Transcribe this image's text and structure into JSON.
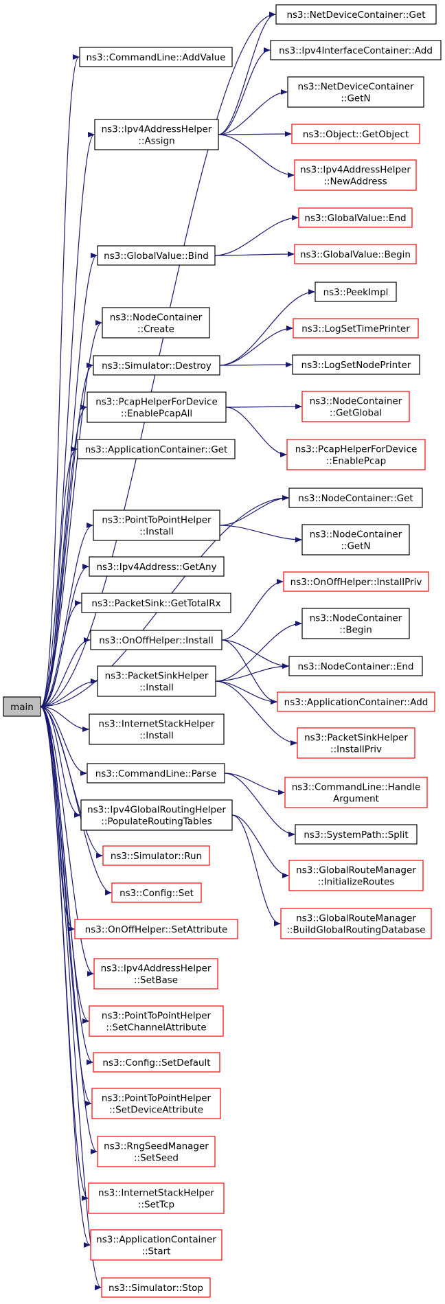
{
  "colors": {
    "edge": "#191970",
    "black_border": "#000000",
    "red_border": "#ff0000",
    "root_fill": "#bfbfbf"
  },
  "nodes": [
    {
      "id": "main",
      "lines": [
        "main"
      ],
      "border": "root"
    },
    {
      "id": "cl_addvalue",
      "lines": [
        "ns3::CommandLine::AddValue"
      ],
      "border": "black"
    },
    {
      "id": "ip_assign",
      "lines": [
        "ns3::Ipv4AddressHelper",
        "::Assign"
      ],
      "border": "black"
    },
    {
      "id": "gv_bind",
      "lines": [
        "ns3::GlobalValue::Bind"
      ],
      "border": "black"
    },
    {
      "id": "nc_create",
      "lines": [
        "ns3::NodeContainer",
        "::Create"
      ],
      "border": "black"
    },
    {
      "id": "sim_destroy",
      "lines": [
        "ns3::Simulator::Destroy"
      ],
      "border": "black"
    },
    {
      "id": "pcap_all",
      "lines": [
        "ns3::PcapHelperForDevice",
        "::EnablePcapAll"
      ],
      "border": "black"
    },
    {
      "id": "ac_get",
      "lines": [
        "ns3::ApplicationContainer::Get"
      ],
      "border": "black"
    },
    {
      "id": "p2p_install",
      "lines": [
        "ns3::PointToPointHelper",
        "::Install"
      ],
      "border": "black"
    },
    {
      "id": "ipaddr_getany",
      "lines": [
        "ns3::Ipv4Address::GetAny"
      ],
      "border": "black"
    },
    {
      "id": "ps_gettotalrx",
      "lines": [
        "ns3::PacketSink::GetTotalRx"
      ],
      "border": "black"
    },
    {
      "id": "onoff_install",
      "lines": [
        "ns3::OnOffHelper::Install"
      ],
      "border": "black"
    },
    {
      "id": "psh_install",
      "lines": [
        "ns3::PacketSinkHelper",
        "::Install"
      ],
      "border": "black"
    },
    {
      "id": "ish_install",
      "lines": [
        "ns3::InternetStackHelper",
        "::Install"
      ],
      "border": "black"
    },
    {
      "id": "cl_parse",
      "lines": [
        "ns3::CommandLine::Parse"
      ],
      "border": "black"
    },
    {
      "id": "gr_populate",
      "lines": [
        "ns3::Ipv4GlobalRoutingHelper",
        "::PopulateRoutingTables"
      ],
      "border": "black"
    },
    {
      "id": "sim_run",
      "lines": [
        "ns3::Simulator::Run"
      ],
      "border": "red"
    },
    {
      "id": "cfg_set",
      "lines": [
        "ns3::Config::Set"
      ],
      "border": "red"
    },
    {
      "id": "onoff_setattr",
      "lines": [
        "ns3::OnOffHelper::SetAttribute"
      ],
      "border": "red"
    },
    {
      "id": "ip_setbase",
      "lines": [
        "ns3::Ipv4AddressHelper",
        "::SetBase"
      ],
      "border": "red"
    },
    {
      "id": "p2p_setchan",
      "lines": [
        "ns3::PointToPointHelper",
        "::SetChannelAttribute"
      ],
      "border": "red"
    },
    {
      "id": "cfg_setdefault",
      "lines": [
        "ns3::Config::SetDefault"
      ],
      "border": "red"
    },
    {
      "id": "p2p_setdev",
      "lines": [
        "ns3::PointToPointHelper",
        "::SetDeviceAttribute"
      ],
      "border": "red"
    },
    {
      "id": "rng_setseed",
      "lines": [
        "ns3::RngSeedManager",
        "::SetSeed"
      ],
      "border": "red"
    },
    {
      "id": "ish_settcp",
      "lines": [
        "ns3::InternetStackHelper",
        "::SetTcp"
      ],
      "border": "red"
    },
    {
      "id": "ac_start",
      "lines": [
        "ns3::ApplicationContainer",
        "::Start"
      ],
      "border": "red"
    },
    {
      "id": "sim_stop",
      "lines": [
        "ns3::Simulator::Stop"
      ],
      "border": "red"
    },
    {
      "id": "ndc_get",
      "lines": [
        "ns3::NetDeviceContainer::Get"
      ],
      "border": "black"
    },
    {
      "id": "iic_add",
      "lines": [
        "ns3::Ipv4InterfaceContainer::Add"
      ],
      "border": "black"
    },
    {
      "id": "ndc_getn",
      "lines": [
        "ns3::NetDeviceContainer",
        "::GetN"
      ],
      "border": "black"
    },
    {
      "id": "obj_getobject",
      "lines": [
        "ns3::Object::GetObject"
      ],
      "border": "red"
    },
    {
      "id": "ip_newaddr",
      "lines": [
        "ns3::Ipv4AddressHelper",
        "::NewAddress"
      ],
      "border": "red"
    },
    {
      "id": "gv_end",
      "lines": [
        "ns3::GlobalValue::End"
      ],
      "border": "red"
    },
    {
      "id": "gv_begin",
      "lines": [
        "ns3::GlobalValue::Begin"
      ],
      "border": "red"
    },
    {
      "id": "peekimpl",
      "lines": [
        "ns3::PeekImpl"
      ],
      "border": "black"
    },
    {
      "id": "log_timeprinter",
      "lines": [
        "ns3::LogSetTimePrinter"
      ],
      "border": "red"
    },
    {
      "id": "log_nodeprinter",
      "lines": [
        "ns3::LogSetNodePrinter"
      ],
      "border": "black"
    },
    {
      "id": "nc_getglobal",
      "lines": [
        "ns3::NodeContainer",
        "::GetGlobal"
      ],
      "border": "red"
    },
    {
      "id": "pcap_enable",
      "lines": [
        "ns3::PcapHelperForDevice",
        "::EnablePcap"
      ],
      "border": "red"
    },
    {
      "id": "nc_get",
      "lines": [
        "ns3::NodeContainer::Get"
      ],
      "border": "black"
    },
    {
      "id": "nc_getn",
      "lines": [
        "ns3::NodeContainer",
        "::GetN"
      ],
      "border": "black"
    },
    {
      "id": "onoff_installpriv",
      "lines": [
        "ns3::OnOffHelper::InstallPriv"
      ],
      "border": "red"
    },
    {
      "id": "nc_begin",
      "lines": [
        "ns3::NodeContainer",
        "::Begin"
      ],
      "border": "black"
    },
    {
      "id": "nc_end",
      "lines": [
        "ns3::NodeContainer::End"
      ],
      "border": "black"
    },
    {
      "id": "ac_add",
      "lines": [
        "ns3::ApplicationContainer::Add"
      ],
      "border": "red"
    },
    {
      "id": "psh_installpriv",
      "lines": [
        "ns3::PacketSinkHelper",
        "::InstallPriv"
      ],
      "border": "red"
    },
    {
      "id": "cl_handlearg",
      "lines": [
        "ns3::CommandLine::Handle",
        "Argument"
      ],
      "border": "red"
    },
    {
      "id": "sp_split",
      "lines": [
        "ns3::SystemPath::Split"
      ],
      "border": "black"
    },
    {
      "id": "grm_initroutes",
      "lines": [
        "ns3::GlobalRouteManager",
        "::InitializeRoutes"
      ],
      "border": "red"
    },
    {
      "id": "grm_builddb",
      "lines": [
        "ns3::GlobalRouteManager",
        "::BuildGlobalRoutingDatabase"
      ],
      "border": "red"
    }
  ],
  "edges": [
    [
      "main",
      "cl_addvalue"
    ],
    [
      "main",
      "ip_assign"
    ],
    [
      "main",
      "gv_bind"
    ],
    [
      "main",
      "nc_create"
    ],
    [
      "main",
      "sim_destroy"
    ],
    [
      "main",
      "pcap_all"
    ],
    [
      "main",
      "ac_get"
    ],
    [
      "main",
      "nc_get"
    ],
    [
      "main",
      "p2p_install"
    ],
    [
      "main",
      "ipaddr_getany"
    ],
    [
      "main",
      "ps_gettotalrx"
    ],
    [
      "main",
      "onoff_install"
    ],
    [
      "main",
      "psh_install"
    ],
    [
      "main",
      "ish_install"
    ],
    [
      "main",
      "cl_parse"
    ],
    [
      "main",
      "gr_populate"
    ],
    [
      "main",
      "sim_run"
    ],
    [
      "main",
      "cfg_set"
    ],
    [
      "main",
      "onoff_setattr"
    ],
    [
      "main",
      "ip_setbase"
    ],
    [
      "main",
      "p2p_setchan"
    ],
    [
      "main",
      "cfg_setdefault"
    ],
    [
      "main",
      "p2p_setdev"
    ],
    [
      "main",
      "rng_setseed"
    ],
    [
      "main",
      "ish_settcp"
    ],
    [
      "main",
      "ac_start"
    ],
    [
      "main",
      "sim_stop"
    ],
    [
      "main",
      "ndc_get"
    ],
    [
      "ip_assign",
      "ndc_get"
    ],
    [
      "ip_assign",
      "iic_add"
    ],
    [
      "ip_assign",
      "ndc_getn"
    ],
    [
      "ip_assign",
      "obj_getobject"
    ],
    [
      "ip_assign",
      "ip_newaddr"
    ],
    [
      "gv_bind",
      "gv_end"
    ],
    [
      "gv_bind",
      "gv_begin"
    ],
    [
      "sim_destroy",
      "peekimpl"
    ],
    [
      "sim_destroy",
      "log_timeprinter"
    ],
    [
      "sim_destroy",
      "log_nodeprinter"
    ],
    [
      "pcap_all",
      "nc_getglobal"
    ],
    [
      "pcap_all",
      "pcap_enable"
    ],
    [
      "p2p_install",
      "nc_get"
    ],
    [
      "p2p_install",
      "nc_getn"
    ],
    [
      "onoff_install",
      "onoff_installpriv"
    ],
    [
      "onoff_install",
      "nc_end"
    ],
    [
      "onoff_install",
      "ac_add"
    ],
    [
      "psh_install",
      "nc_begin"
    ],
    [
      "psh_install",
      "nc_end"
    ],
    [
      "psh_install",
      "ac_add"
    ],
    [
      "psh_install",
      "psh_installpriv"
    ],
    [
      "cl_parse",
      "cl_handlearg"
    ],
    [
      "cl_parse",
      "sp_split"
    ],
    [
      "gr_populate",
      "grm_initroutes"
    ],
    [
      "gr_populate",
      "grm_builddb"
    ]
  ]
}
